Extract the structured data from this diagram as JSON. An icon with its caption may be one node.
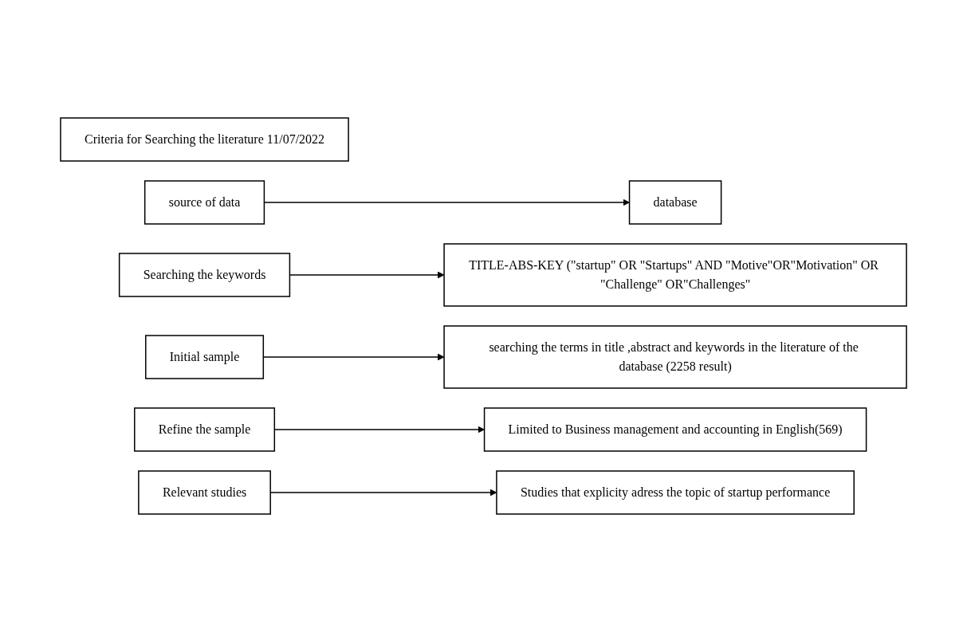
{
  "diagram": {
    "nodes": [
      {
        "text": [
          "Criteria for Searching the literature 11/07/2022"
        ]
      },
      {
        "text": [
          "source of data"
        ]
      },
      {
        "text": [
          "Searching the keywords"
        ]
      },
      {
        "text": [
          "Initial sample"
        ]
      },
      {
        "text": [
          "Refine the sample"
        ]
      },
      {
        "text": [
          "Relevant studies"
        ]
      },
      {
        "text": [
          "database"
        ]
      },
      {
        "text": [
          "TITLE-ABS-KEY (\"startup\" OR \"Startups\" AND \"Motive\"OR\"Motivation\" OR \"Challenge\" OR\"Challenges\""
        ]
      },
      {
        "text": [
          "searching the terms in title ,abstract and keywords in the literature of the database (2258 result)"
        ]
      },
      {
        "text": [
          "Limited to Business management and accounting  in English(569)"
        ]
      },
      {
        "text": [
          "Studies that explicity adress the topic of startup performance"
        ]
      }
    ],
    "edges": [
      {
        "from": 1,
        "to": 6,
        "arrow": "to"
      },
      {
        "from": 2,
        "to": 7,
        "arrow": "to"
      },
      {
        "from": 3,
        "to": 8,
        "arrow": "to"
      },
      {
        "from": 4,
        "to": 9,
        "arrow": "to"
      },
      {
        "from": 5,
        "to": 10,
        "arrow": "to"
      }
    ]
  }
}
